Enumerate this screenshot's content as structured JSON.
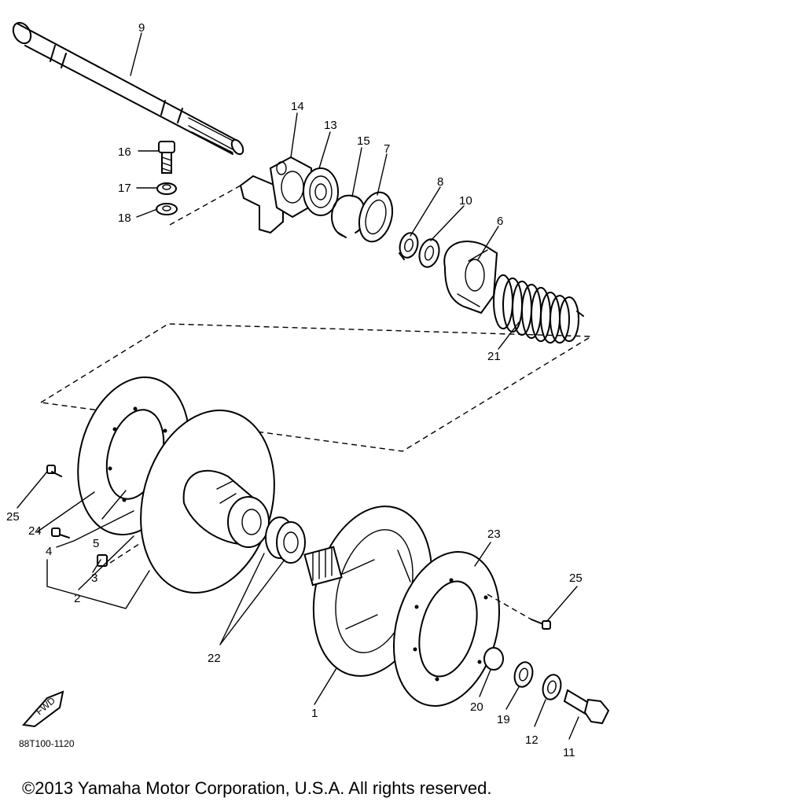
{
  "diagram": {
    "callouts": [
      {
        "id": "9",
        "label": "9"
      },
      {
        "id": "14",
        "label": "14"
      },
      {
        "id": "13",
        "label": "13"
      },
      {
        "id": "15",
        "label": "15"
      },
      {
        "id": "7",
        "label": "7"
      },
      {
        "id": "16",
        "label": "16"
      },
      {
        "id": "17",
        "label": "17"
      },
      {
        "id": "18",
        "label": "18"
      },
      {
        "id": "8",
        "label": "8"
      },
      {
        "id": "10",
        "label": "10"
      },
      {
        "id": "6",
        "label": "6"
      },
      {
        "id": "21",
        "label": "21"
      },
      {
        "id": "25a",
        "label": "25"
      },
      {
        "id": "24",
        "label": "24"
      },
      {
        "id": "5",
        "label": "5"
      },
      {
        "id": "4",
        "label": "4"
      },
      {
        "id": "3",
        "label": "3"
      },
      {
        "id": "2",
        "label": "2"
      },
      {
        "id": "22",
        "label": "22"
      },
      {
        "id": "23",
        "label": "23"
      },
      {
        "id": "25b",
        "label": "25"
      },
      {
        "id": "1",
        "label": "1"
      },
      {
        "id": "20",
        "label": "20"
      },
      {
        "id": "19",
        "label": "19"
      },
      {
        "id": "12",
        "label": "12"
      },
      {
        "id": "11",
        "label": "11"
      }
    ],
    "part_code": "88T100-1120",
    "fwd_label": "FWD"
  },
  "footer": {
    "copyright": "©2013 Yamaha Motor Corporation, U.S.A. All rights reserved."
  }
}
